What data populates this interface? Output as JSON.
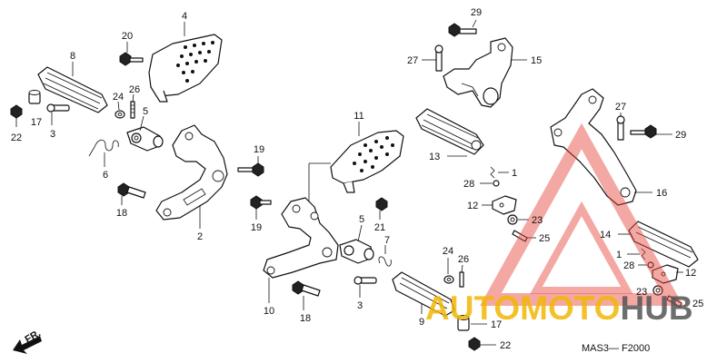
{
  "diagram": {
    "code_label": "MAS3— F2000",
    "direction_label": "FR.",
    "callouts": [
      {
        "id": "c1",
        "text": "1"
      },
      {
        "id": "c2",
        "text": "1"
      },
      {
        "id": "c3",
        "text": "2"
      },
      {
        "id": "c4",
        "text": "3"
      },
      {
        "id": "c5",
        "text": "3"
      },
      {
        "id": "c6",
        "text": "4"
      },
      {
        "id": "c7",
        "text": "5"
      },
      {
        "id": "c8",
        "text": "5"
      },
      {
        "id": "c9",
        "text": "6"
      },
      {
        "id": "c10",
        "text": "7"
      },
      {
        "id": "c11",
        "text": "8"
      },
      {
        "id": "c12",
        "text": "9"
      },
      {
        "id": "c13",
        "text": "10"
      },
      {
        "id": "c14",
        "text": "11"
      },
      {
        "id": "c15",
        "text": "12"
      },
      {
        "id": "c16",
        "text": "12"
      },
      {
        "id": "c17",
        "text": "13"
      },
      {
        "id": "c18",
        "text": "14"
      },
      {
        "id": "c19",
        "text": "15"
      },
      {
        "id": "c20",
        "text": "16"
      },
      {
        "id": "c21",
        "text": "17"
      },
      {
        "id": "c22",
        "text": "17"
      },
      {
        "id": "c23",
        "text": "18"
      },
      {
        "id": "c24",
        "text": "18"
      },
      {
        "id": "c25",
        "text": "19"
      },
      {
        "id": "c26",
        "text": "19"
      },
      {
        "id": "c27",
        "text": "20"
      },
      {
        "id": "c28",
        "text": "21"
      },
      {
        "id": "c29",
        "text": "22"
      },
      {
        "id": "c30",
        "text": "22"
      },
      {
        "id": "c31",
        "text": "23"
      },
      {
        "id": "c32",
        "text": "23"
      },
      {
        "id": "c33",
        "text": "24"
      },
      {
        "id": "c34",
        "text": "24"
      },
      {
        "id": "c35",
        "text": "25"
      },
      {
        "id": "c36",
        "text": "25"
      },
      {
        "id": "c37",
        "text": "26"
      },
      {
        "id": "c38",
        "text": "26"
      },
      {
        "id": "c39",
        "text": "27"
      },
      {
        "id": "c40",
        "text": "27"
      },
      {
        "id": "c41",
        "text": "28"
      },
      {
        "id": "c42",
        "text": "28"
      },
      {
        "id": "c43",
        "text": "29"
      },
      {
        "id": "c44",
        "text": "29"
      }
    ]
  },
  "watermark": {
    "part1": "AUTOMOTO",
    "part2": "HUB",
    "color_red": "#e8453c",
    "color_yellow": "#f2b705",
    "color_dark": "#555555"
  }
}
